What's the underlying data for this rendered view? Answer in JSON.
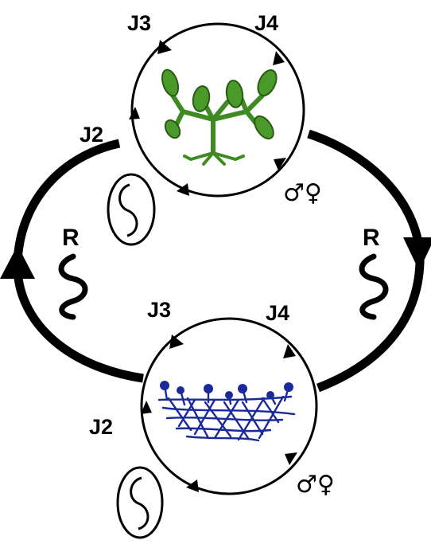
{
  "upper_cycle": {
    "stages": {
      "j2": "J2",
      "j3": "J3",
      "j4": "J4"
    },
    "sexes": "♂♀",
    "host_icon": "green-plant-icon",
    "egg_icon": "egg-icon"
  },
  "lower_cycle": {
    "stages": {
      "j2": "J2",
      "j3": "J3",
      "j4": "J4"
    },
    "sexes": "♂♀",
    "host_icon": "fungal-mycelium-icon",
    "egg_icon": "egg-icon"
  },
  "outer_cycle": {
    "left_label": "R",
    "right_label": "R",
    "stage_icon": "wavy-nematode-icon"
  },
  "colors": {
    "plant": "#4a9a2a",
    "plant_outline": "#2c5a14",
    "fungus": "#1a2a9a",
    "ink": "#000000"
  }
}
